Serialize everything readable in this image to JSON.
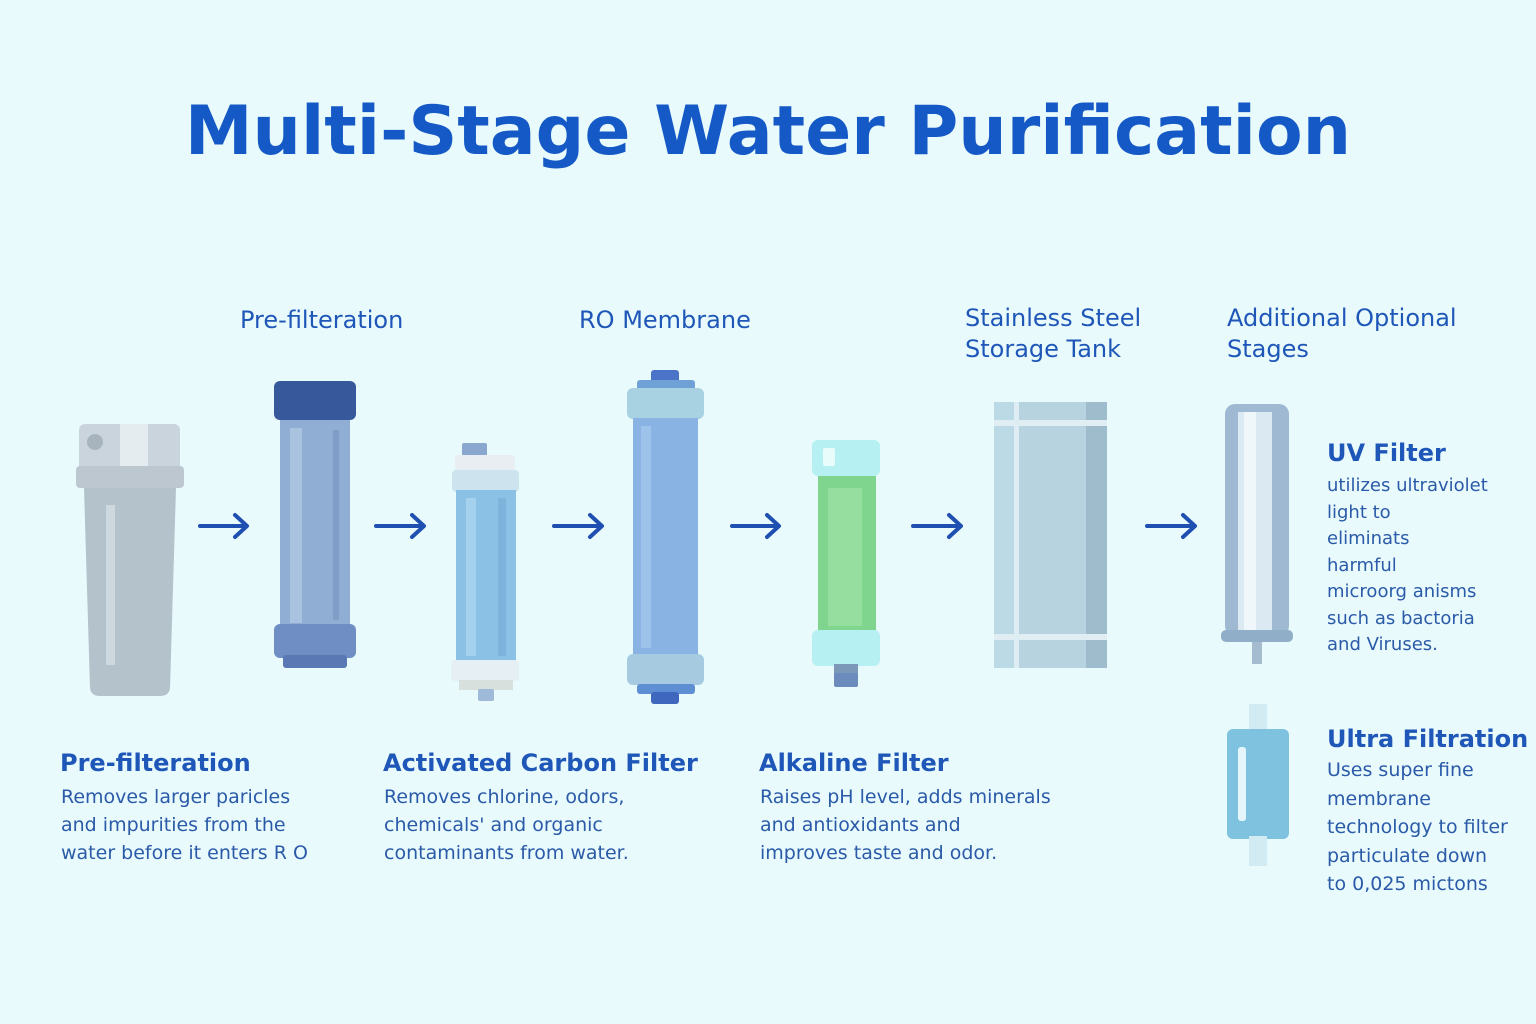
{
  "title": "Multi-Stage Water Purification",
  "top_labels": {
    "prefilteration": "Pre-filteration",
    "ro_membrane": "RO Membrane",
    "storage_tank_line1": "Stainless Steel",
    "storage_tank_line2": "Storage Tank",
    "additional_line1": "Additional Optional",
    "additional_line2": "Stages"
  },
  "bottom_stages": [
    {
      "heading": "Pre-filteration",
      "lines": [
        "Removes larger paricles",
        "and impurities from the",
        "water before it enters R O"
      ]
    },
    {
      "heading": "Activated Carbon Filter",
      "lines": [
        "Removes chlorine, odors,",
        "chemicals' and organic",
        "contaminants from water."
      ]
    },
    {
      "heading": "Alkaline Filter",
      "lines": [
        "Raises pH level, adds minerals",
        "and antioxidants and",
        "improves taste and odor."
      ]
    }
  ],
  "optional_stages": [
    {
      "heading": "UV Filter",
      "lines": [
        "utilizes ultraviolet",
        "light to",
        "eliminats",
        "harmful",
        "microorg anisms",
        "such as bactoria",
        "and Viruses."
      ]
    },
    {
      "heading": "Ultra Filtration",
      "lines": [
        "Uses super fine",
        "membrane",
        "technology to filter",
        "particulate down",
        "to 0,025 mictons"
      ]
    }
  ],
  "icons": [
    "housing-filter-icon",
    "sediment-filter-icon",
    "carbon-filter-icon",
    "ro-membrane-icon",
    "alkaline-filter-icon",
    "storage-tank-icon",
    "uv-filter-icon",
    "ultra-filtration-icon",
    "arrow-right-icon"
  ],
  "colors": {
    "background": "#e8fafc",
    "title": "#1559c6",
    "text": "#1f57b8",
    "arrow": "#1f4fb0",
    "alkaline_green": "#7fd48e"
  }
}
